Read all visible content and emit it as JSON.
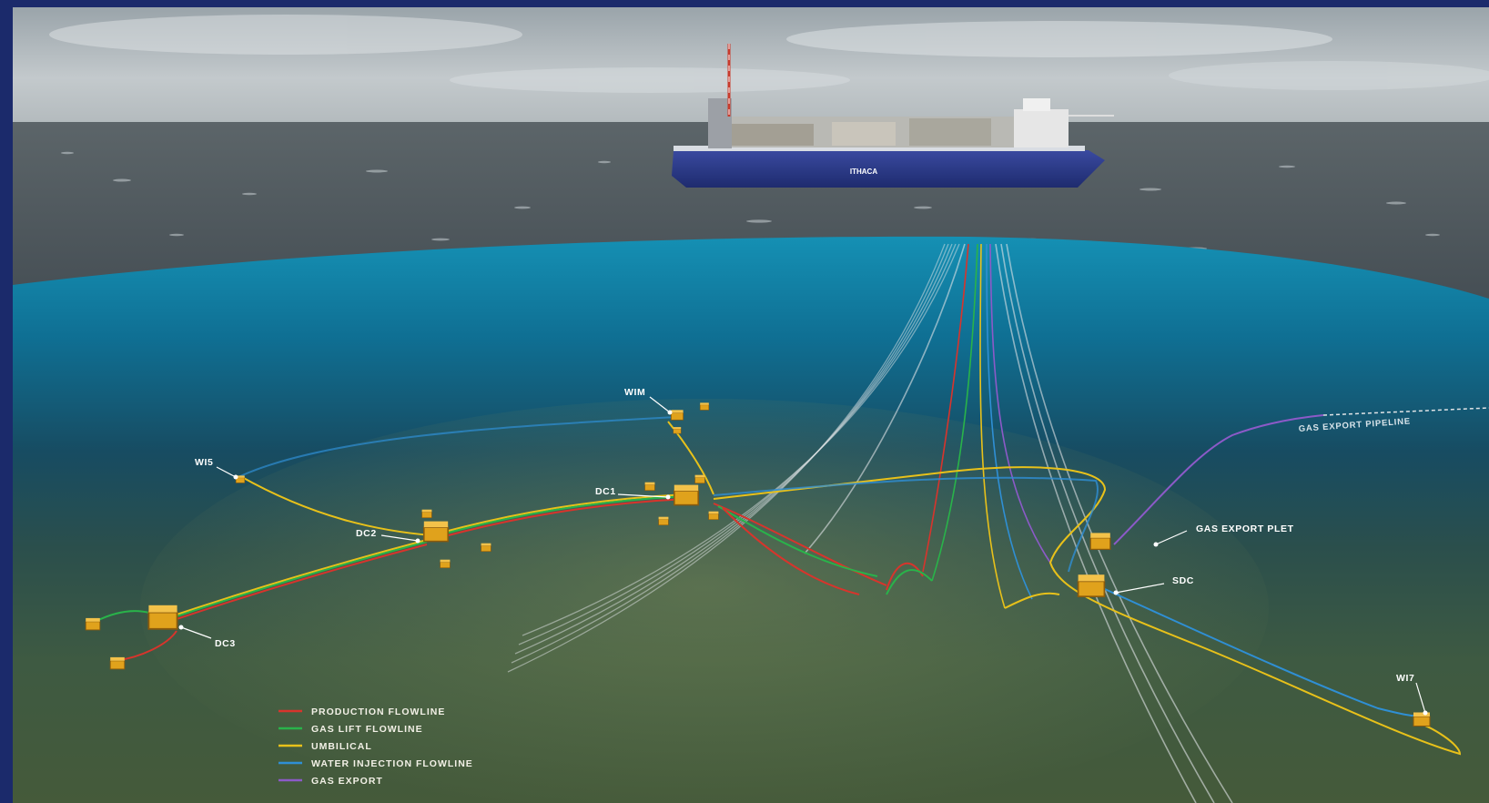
{
  "vessel": {
    "name": "ITHACA"
  },
  "nodes": {
    "wim": "WIM",
    "wi5": "WI5",
    "dc1": "DC1",
    "dc2": "DC2",
    "dc3": "DC3",
    "sdc": "SDC",
    "gas_export_plet": "GAS EXPORT PLET",
    "wi7": "WI7"
  },
  "pipeline_label": "GAS EXPORT PIPELINE",
  "legend": [
    {
      "label": "PRODUCTION FLOWLINE",
      "color": "#d8342c"
    },
    {
      "label": "GAS LIFT FLOWLINE",
      "color": "#29b34a"
    },
    {
      "label": "UMBILICAL",
      "color": "#e8c11a"
    },
    {
      "label": "WATER INJECTION FLOWLINE",
      "color": "#2f8fd4"
    },
    {
      "label": "GAS EXPORT",
      "color": "#8c5ac8"
    }
  ]
}
